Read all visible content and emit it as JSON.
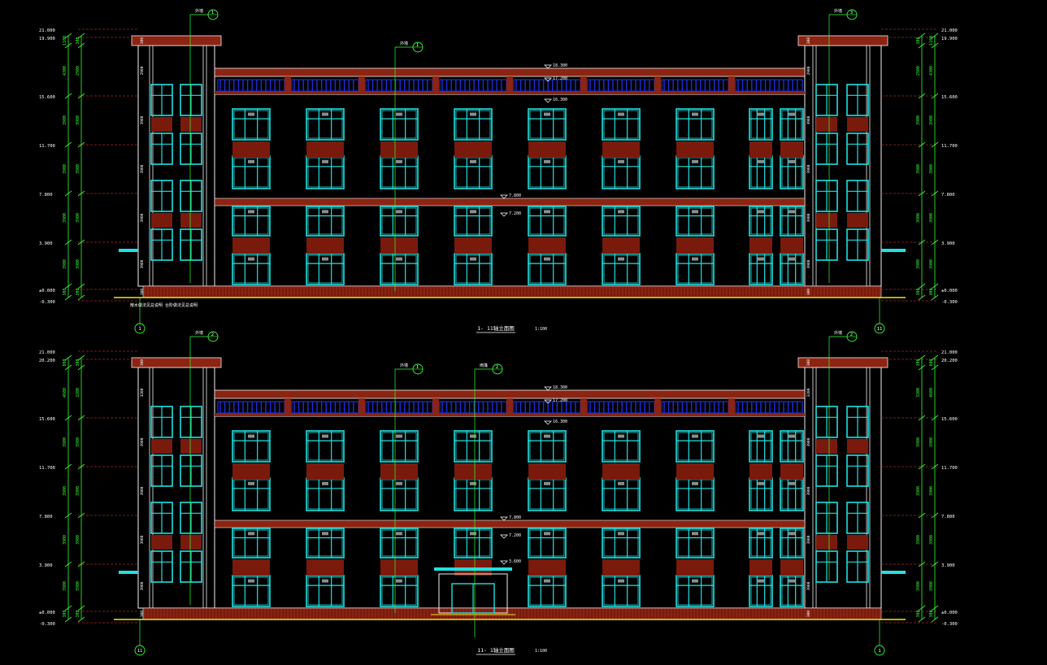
{
  "colors": {
    "background": "#000000",
    "outline": "#f0f0f0",
    "brick": "#7a1a0c",
    "cornice": "#8b2412",
    "window": "#22e0e0",
    "railing": "#1d2fd8",
    "dimension": "#33ff33",
    "level_line": "#a02828",
    "axis": "#33ff33",
    "ground": "#e8e820",
    "label": "#ffffff"
  },
  "elevations": [
    {
      "title": "1- 11轴立面图",
      "scale": "1:100",
      "axis_left": "1",
      "axis_right": "11",
      "levels_left": [
        "21.000",
        "19.900",
        "15.600",
        "11.700",
        "7.800",
        "3.900",
        "±0.000",
        "-0.300"
      ],
      "levels_right": [
        "21.000",
        "19.900",
        "15.600",
        "11.700",
        "7.800",
        "3.900",
        "±0.000",
        "-0.300"
      ],
      "roof_levels": [
        "18.300",
        "17.200",
        "16.300"
      ],
      "mid_levels": [
        "7.800",
        "7.200"
      ],
      "dim_left_inner": [
        "300",
        "2900",
        "3900",
        "3900",
        "3900",
        "3900",
        "300"
      ],
      "dim_left_outer": [
        "1100",
        "4300",
        "3900",
        "3900",
        "3900",
        "3900",
        "300"
      ],
      "dim_right_inner": [
        "300",
        "2900",
        "3900",
        "3900",
        "3900",
        "3900",
        "300"
      ],
      "dim_right_outer": [
        "1100",
        "4300",
        "3900",
        "3900",
        "3900",
        "3900",
        "300"
      ],
      "note": "散水做法见总说明  台阶做法见总说明",
      "callout_labels": [
        "外墙",
        "外墙",
        "外墙"
      ],
      "callout_numbers": [
        "1",
        "1",
        "3"
      ],
      "has_entrance": false
    },
    {
      "title": "11- 1轴立面图",
      "scale": "1:100",
      "axis_left": "11",
      "axis_right": "1",
      "levels_left": [
        "21.000",
        "20.200",
        "15.600",
        "11.700",
        "7.800",
        "3.900",
        "±0.000",
        "-0.300"
      ],
      "levels_right": [
        "21.000",
        "20.200",
        "15.600",
        "11.700",
        "7.800",
        "3.900",
        "±0.000",
        "-0.300"
      ],
      "roof_levels": [
        "18.300",
        "17.200",
        "16.300"
      ],
      "mid_levels": [
        "7.800",
        "7.200",
        "3.600"
      ],
      "dim_left_inner": [
        "300",
        "3200",
        "3900",
        "3900",
        "3900",
        "3900",
        "300"
      ],
      "dim_left_outer": [
        "800",
        "4600",
        "3900",
        "3900",
        "3900",
        "3900",
        "300"
      ],
      "dim_right_inner": [
        "300",
        "3200",
        "3900",
        "3900",
        "3900",
        "3900",
        "300"
      ],
      "dim_right_outer": [
        "800",
        "4600",
        "3900",
        "3900",
        "3900",
        "3900",
        "300"
      ],
      "note": "",
      "callout_labels": [
        "外墙",
        "外墙",
        "雨篷",
        "外墙"
      ],
      "callout_numbers": [
        "2",
        "1",
        "2",
        "2"
      ],
      "has_entrance": true
    }
  ]
}
